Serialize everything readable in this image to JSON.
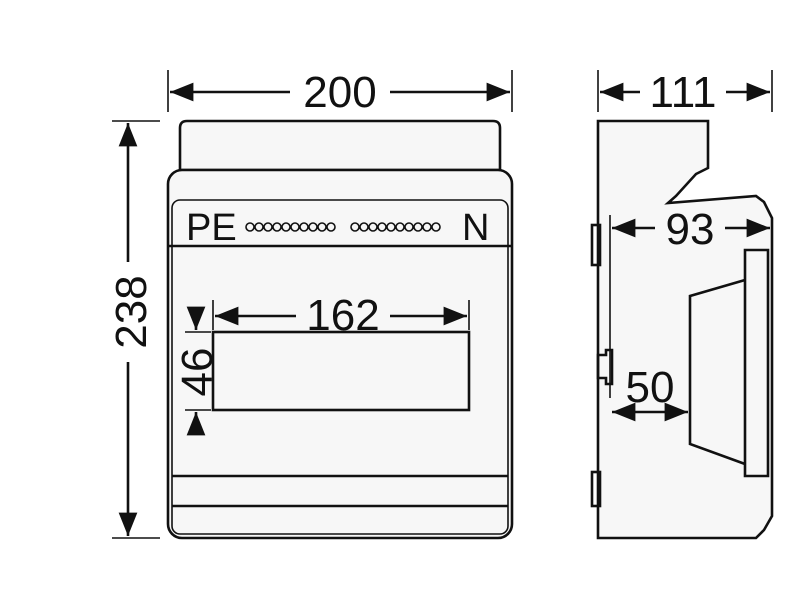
{
  "front_view": {
    "width_dim": "200",
    "height_dim": "238",
    "window_width_dim": "162",
    "window_height_dim": "46",
    "terminal_left_label": "PE",
    "terminal_right_label": "N"
  },
  "side_view": {
    "depth_dim": "111",
    "inner_depth_dim": "93",
    "door_depth_dim": "50"
  }
}
